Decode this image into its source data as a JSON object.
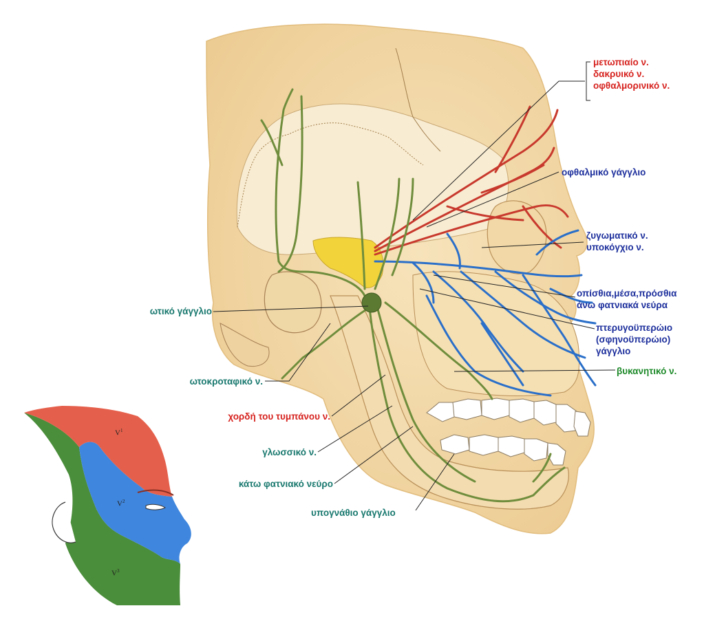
{
  "labels": {
    "frontal_group": [
      "μετωπιαίο ν.",
      "δακρυικό ν.",
      "οφθαλμορινικό ν."
    ],
    "ciliary_ganglion": "οφθαλμικό γάγγλιο",
    "zygomatic_infraorbital": [
      "ζυγωματικό ν.",
      "υποκόγχιο ν."
    ],
    "alveolar": [
      "οπίσθια,μέσα,πρόσθια",
      "άνω φατνιακά νεύρα"
    ],
    "pterygopalatine": [
      "πτερυγοϋπερώιο",
      "(σφηνοϋπερώιο)",
      "γάγγλιο"
    ],
    "buccal": "βυκανητικό ν.",
    "otic_ganglion": "ωτικό γάγγλιο",
    "auriculotemporal": "ωτοκροταφικό ν.",
    "chorda_tympani": "χορδή του τυμπάνου ν.",
    "lingual": "γλωσσικό ν.",
    "inferior_alveolar": "κάτω φατνιακό νεύρο",
    "submandibular": "υπογνάθιο γάγγλιο"
  },
  "inset": {
    "v1": "V",
    "v1_sup": "1",
    "v2": "V",
    "v2_sup": "2",
    "v3": "V",
    "v3_sup": "3"
  },
  "colors": {
    "ophthalmic": "#c8392d",
    "maxillary": "#2a6fc9",
    "mandibular": "#6f8d3c",
    "skin": "#f3d9a8",
    "bone": "#f6e6c4",
    "ganglion_yellow": "#f2d33a",
    "inset_red": "#e5604c",
    "inset_blue": "#3f86de",
    "inset_green": "#4a8d3a"
  }
}
